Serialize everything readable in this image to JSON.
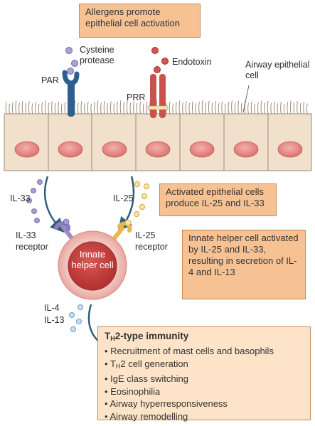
{
  "boxes": {
    "allergens": "Allergens promote epithelial cell activation",
    "activated": "Activated epithelial cells produce IL-25 and IL-33",
    "innate": "Innate helper cell activated by IL-25 and IL-33, resulting in secretion of IL-4 and IL-13"
  },
  "labels": {
    "cysteine_protease": "Cysteine protease",
    "endotoxin": "Endotoxin",
    "airway_epithelial_cell": "Airway epithelial cell",
    "par": "PAR",
    "prr": "PRR",
    "il33": "IL-33",
    "il25": "IL-25",
    "il33_receptor": "IL-33 receptor",
    "il25_receptor": "IL-25 receptor",
    "innate_helper_cell": "Innate helper cell",
    "il4": "IL-4",
    "il13": "IL-13"
  },
  "immunity": {
    "title_prefix": "T",
    "title_sub": "H",
    "title_suffix": "2-type immunity",
    "items": [
      "Recruitment of mast cells and basophils",
      "TH2 cell generation",
      "IgE class switching",
      "Eosinophilia",
      "Airway hyperresponsiveness",
      "Airway remodelling"
    ],
    "th2_item_prefix": "T",
    "th2_item_sub": "H",
    "th2_item_suffix": "2 cell generation"
  },
  "colors": {
    "box_fill": "#f6c294",
    "box_light_fill": "#fde3c8",
    "cell_fill": "#f1e1cc",
    "nucleus": "#e58a8a",
    "receptor_blue": "#2f5f8f",
    "receptor_red": "#c9524d",
    "helper_cell": "#c63c3c",
    "il33_dot": "#a79ad2",
    "il25_dot": "#f3c65f",
    "il4_dot": "#a8c8e8"
  },
  "icons": [
    "cysteine-protease-icon",
    "endotoxin-icon",
    "par-receptor-icon",
    "prr-receptor-icon",
    "il33-receptor-icon",
    "il25-receptor-icon",
    "innate-helper-cell-icon"
  ]
}
